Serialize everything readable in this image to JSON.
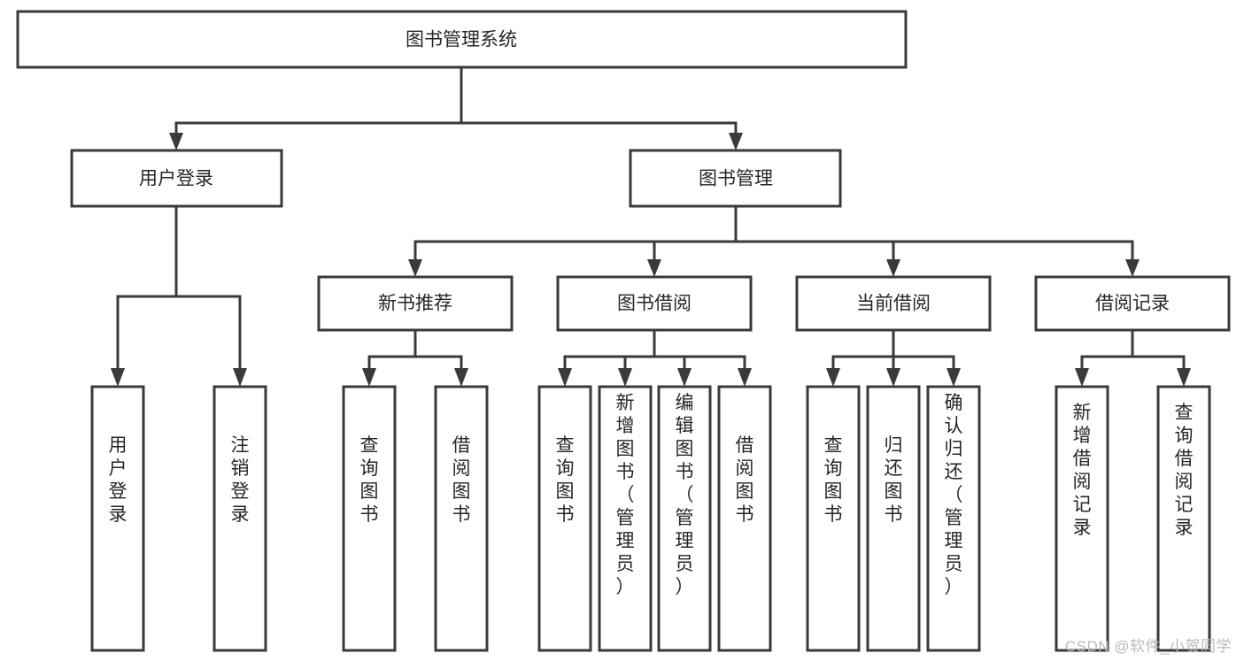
{
  "diagram": {
    "title": "图书管理系统",
    "watermark": "CSDN @软件_小贺同学",
    "colors": {
      "stroke": "#3a3a3a",
      "text": "#262626",
      "background": "#ffffff",
      "watermark": "#b9b9b9"
    },
    "root": {
      "label": "图书管理系统"
    },
    "level2": [
      {
        "label": "用户登录"
      },
      {
        "label": "图书管理"
      }
    ],
    "level3": [
      {
        "label": "新书推荐"
      },
      {
        "label": "图书借阅"
      },
      {
        "label": "当前借阅"
      },
      {
        "label": "借阅记录"
      }
    ],
    "leaves": {
      "user_login": [
        {
          "label": "用户登录"
        },
        {
          "label": "注销登录"
        }
      ],
      "new_book": [
        {
          "label": "查询图书"
        },
        {
          "label": "借阅图书"
        }
      ],
      "book_borrow": [
        {
          "label": "查询图书"
        },
        {
          "label": "新增图书（管理员）"
        },
        {
          "label": "编辑图书（管理员）"
        },
        {
          "label": "借阅图书"
        }
      ],
      "current_borrow": [
        {
          "label": "查询图书"
        },
        {
          "label": "归还图书"
        },
        {
          "label": "确认归还（管理员）"
        }
      ],
      "borrow_record": [
        {
          "label": "新增借阅记录"
        },
        {
          "label": "查询借阅记录"
        }
      ]
    }
  },
  "chart_data": {
    "type": "table",
    "title": "图书管理系统 功能结构图",
    "hierarchy": [
      {
        "name": "图书管理系统",
        "children": [
          {
            "name": "用户登录",
            "children": [
              {
                "name": "用户登录"
              },
              {
                "name": "注销登录"
              }
            ]
          },
          {
            "name": "图书管理",
            "children": [
              {
                "name": "新书推荐",
                "children": [
                  {
                    "name": "查询图书"
                  },
                  {
                    "name": "借阅图书"
                  }
                ]
              },
              {
                "name": "图书借阅",
                "children": [
                  {
                    "name": "查询图书"
                  },
                  {
                    "name": "新增图书（管理员）"
                  },
                  {
                    "name": "编辑图书（管理员）"
                  },
                  {
                    "name": "借阅图书"
                  }
                ]
              },
              {
                "name": "当前借阅",
                "children": [
                  {
                    "name": "查询图书"
                  },
                  {
                    "name": "归还图书"
                  },
                  {
                    "name": "确认归还（管理员）"
                  }
                ]
              },
              {
                "name": "借阅记录",
                "children": [
                  {
                    "name": "新增借阅记录"
                  },
                  {
                    "name": "查询借阅记录"
                  }
                ]
              }
            ]
          }
        ]
      }
    ]
  }
}
